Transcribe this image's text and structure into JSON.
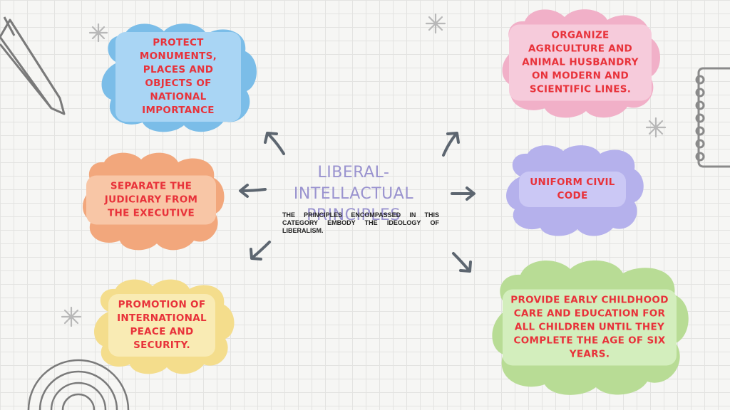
{
  "diagram": {
    "title": "LIBERAL-INTELLACTUAL PRINCIPLES",
    "description": "THE PRINCIPLES ENCOMPASSED IN THIS CATEGORY EMBODY THE IDEOLOGY OF LIBERALISM.",
    "nodes": [
      {
        "id": "monuments",
        "text": "PROTECT MONUMENTS, PLACES AND OBJECTS OF NATIONAL IMPORTANCE",
        "color": "#7bbde8"
      },
      {
        "id": "judiciary",
        "text": "SEPARATE THE JUDICIARY FROM THE EXECUTIVE",
        "color": "#f2a77c"
      },
      {
        "id": "peace",
        "text": "PROMOTION OF INTERNATIONAL PEACE AND SECURITY.",
        "color": "#f4dd8c"
      },
      {
        "id": "agriculture",
        "text": "ORGANIZE AGRICULTURE AND ANIMAL HUSBANDRY ON MODERN AND SCIENTIFIC LINES.",
        "color": "#f1b0c8"
      },
      {
        "id": "civil-code",
        "text": "UNIFORM CIVIL CODE",
        "color": "#b5b1ec"
      },
      {
        "id": "childhood",
        "text": "PROVIDE EARLY CHILDHOOD CARE AND EDUCATION FOR ALL CHILDREN UNTIL THEY COMPLETE THE AGE OF SIX YEARS.",
        "color": "#b8dc95"
      }
    ]
  }
}
